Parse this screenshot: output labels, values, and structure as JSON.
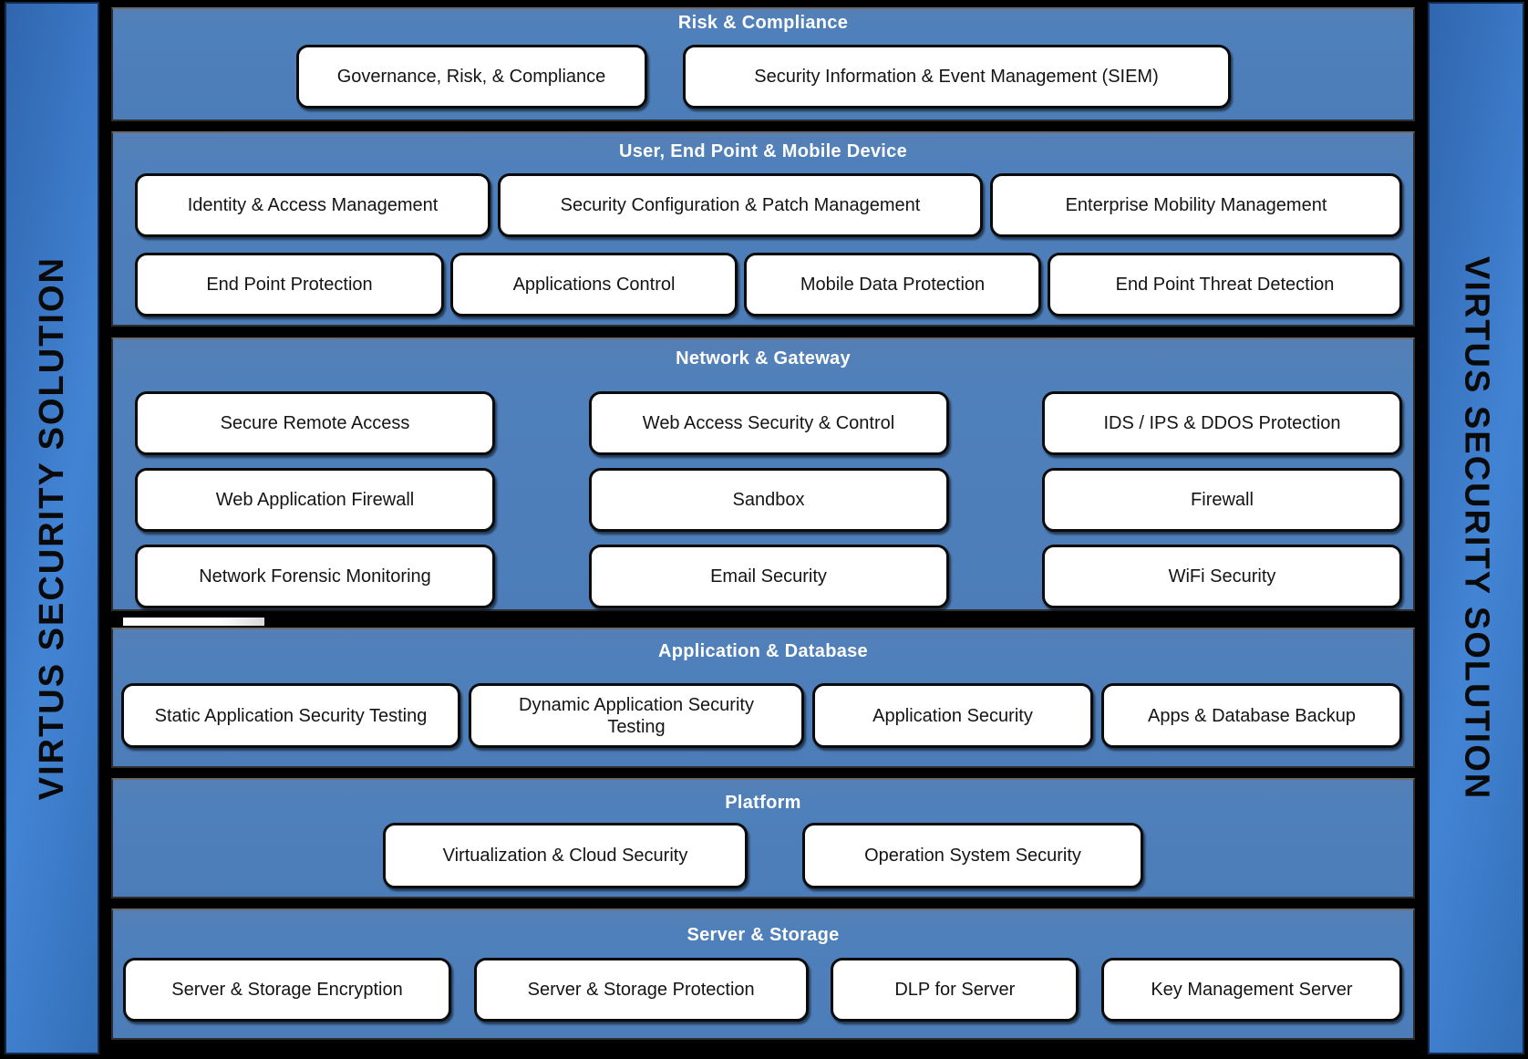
{
  "title": "VIRTUS SECURITY SOLUTION",
  "colors": {
    "background": "#000000",
    "band_fill": "#4f80bb",
    "banner_fill": "#3b78c6",
    "box_fill": "#ffffff",
    "box_border": "#0b0b0b",
    "box_text": "#141414",
    "title_text": "#ffffff",
    "banner_text": "#0a0a0a"
  },
  "banners": {
    "left": "VIRTUS SECURITY SOLUTION",
    "right": "VIRTUS SECURITY SOLUTION"
  },
  "bands": [
    {
      "title": "Risk & Compliance",
      "rows": [
        [
          "Governance, Risk, & Compliance",
          "Security Information & Event Management (SIEM)"
        ]
      ]
    },
    {
      "title": "User, End Point & Mobile Device",
      "rows": [
        [
          "Identity & Access Management",
          "Security Configuration & Patch Management",
          "Enterprise Mobility Management"
        ],
        [
          "End Point Protection",
          "Applications Control",
          "Mobile Data Protection",
          "End Point Threat Detection"
        ]
      ]
    },
    {
      "title": "Network & Gateway",
      "rows": [
        [
          "Secure Remote Access",
          "Web Access Security & Control",
          "IDS / IPS & DDOS Protection"
        ],
        [
          "Web Application Firewall",
          "Sandbox",
          "Firewall"
        ],
        [
          "Network Forensic Monitoring",
          "Email Security",
          "WiFi Security"
        ]
      ]
    },
    {
      "title": "Application & Database",
      "rows": [
        [
          "Static Application Security Testing",
          "Dynamic Application Security Testing",
          "Application Security",
          "Apps & Database Backup"
        ]
      ]
    },
    {
      "title": "Platform",
      "rows": [
        [
          "Virtualization & Cloud Security",
          "Operation System Security"
        ]
      ]
    },
    {
      "title": "Server & Storage",
      "rows": [
        [
          "Server & Storage Encryption",
          "Server & Storage Protection",
          "DLP for Server",
          "Key Management Server"
        ]
      ]
    }
  ]
}
